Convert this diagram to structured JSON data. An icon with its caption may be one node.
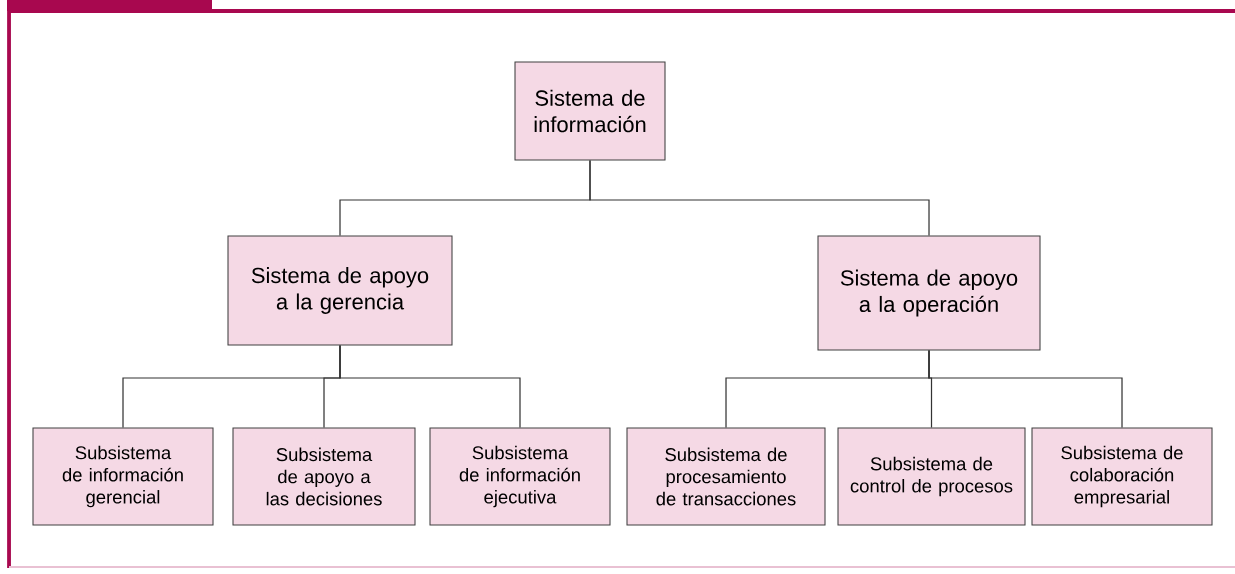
{
  "diagram": {
    "nodes": [
      {
        "text": [
          "Sistema de información"
        ]
      },
      {
        "text": [
          "Sistema de apoyo a la gerencia"
        ]
      },
      {
        "text": [
          "Sistema de apoyo a la operación"
        ]
      },
      {
        "text": [
          "Subsistema de información gerencial"
        ]
      },
      {
        "text": [
          "Subsistema de apoyo a las decisiones"
        ]
      },
      {
        "text": [
          "Subsistema de información ejecutiva"
        ]
      },
      {
        "text": [
          "Subsistema de procesamiento de transacciones"
        ]
      },
      {
        "text": [
          "Subsistema de control de procesos"
        ]
      },
      {
        "text": [
          "Subsistema de colaboración empresarial"
        ]
      }
    ],
    "edges": [
      {
        "from": 0,
        "to": 1,
        "arrow": "none"
      },
      {
        "from": 0,
        "to": 2,
        "arrow": "none"
      },
      {
        "from": 1,
        "to": 3,
        "arrow": "none"
      },
      {
        "from": 1,
        "to": 4,
        "arrow": "none"
      },
      {
        "from": 1,
        "to": 5,
        "arrow": "none"
      },
      {
        "from": 2,
        "to": 6,
        "arrow": "none"
      },
      {
        "from": 2,
        "to": 7,
        "arrow": "none"
      },
      {
        "from": 2,
        "to": 8,
        "arrow": "none"
      }
    ]
  }
}
